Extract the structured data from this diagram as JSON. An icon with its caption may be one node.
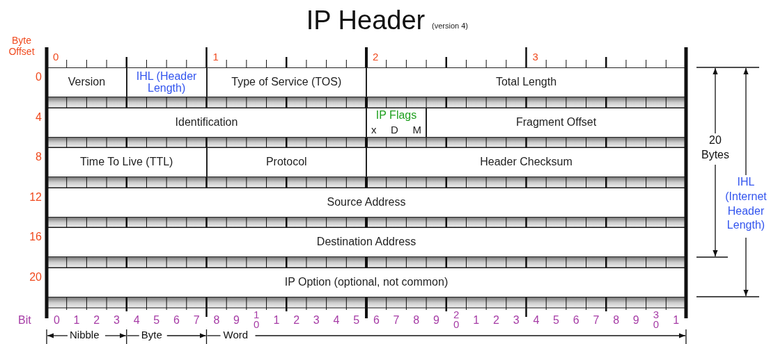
{
  "diagram": {
    "title": "IP Header",
    "nodes": [
      {
        "text": [
          "Version"
        ]
      },
      {
        "text": [
          "IHL (Header Length)"
        ]
      },
      {
        "text": [
          "Type of Service (TOS)"
        ]
      },
      {
        "text": [
          "Total Length"
        ]
      },
      {
        "text": [
          "Identification"
        ]
      },
      {
        "text": [
          "IP Flags",
          "x",
          "D",
          "M"
        ]
      },
      {
        "text": [
          "Fragment Offset"
        ]
      },
      {
        "text": [
          "Time To Live (TTL)"
        ]
      },
      {
        "text": [
          "Protocol"
        ]
      },
      {
        "text": [
          "Header Checksum"
        ]
      },
      {
        "text": [
          "Source Address"
        ]
      },
      {
        "text": [
          "Destination Address"
        ]
      },
      {
        "text": [
          "IP Option (optional, not common)"
        ]
      }
    ],
    "edges": [],
    "labels": [
      "(version 4)",
      "Byte Offset",
      "0",
      "1",
      "2",
      "3",
      "0",
      "4",
      "8",
      "12",
      "16",
      "20",
      "20 Bytes",
      "IHL (Internet Header Length)",
      "Bit",
      "0",
      "1",
      "2",
      "3",
      "4",
      "5",
      "6",
      "7",
      "8",
      "9",
      "10",
      "1",
      "2",
      "3",
      "4",
      "5",
      "6",
      "7",
      "8",
      "9",
      "20",
      "1",
      "2",
      "3",
      "4",
      "5",
      "6",
      "7",
      "8",
      "9",
      "30",
      "1",
      "Nibble",
      "Byte",
      "Word"
    ]
  }
}
